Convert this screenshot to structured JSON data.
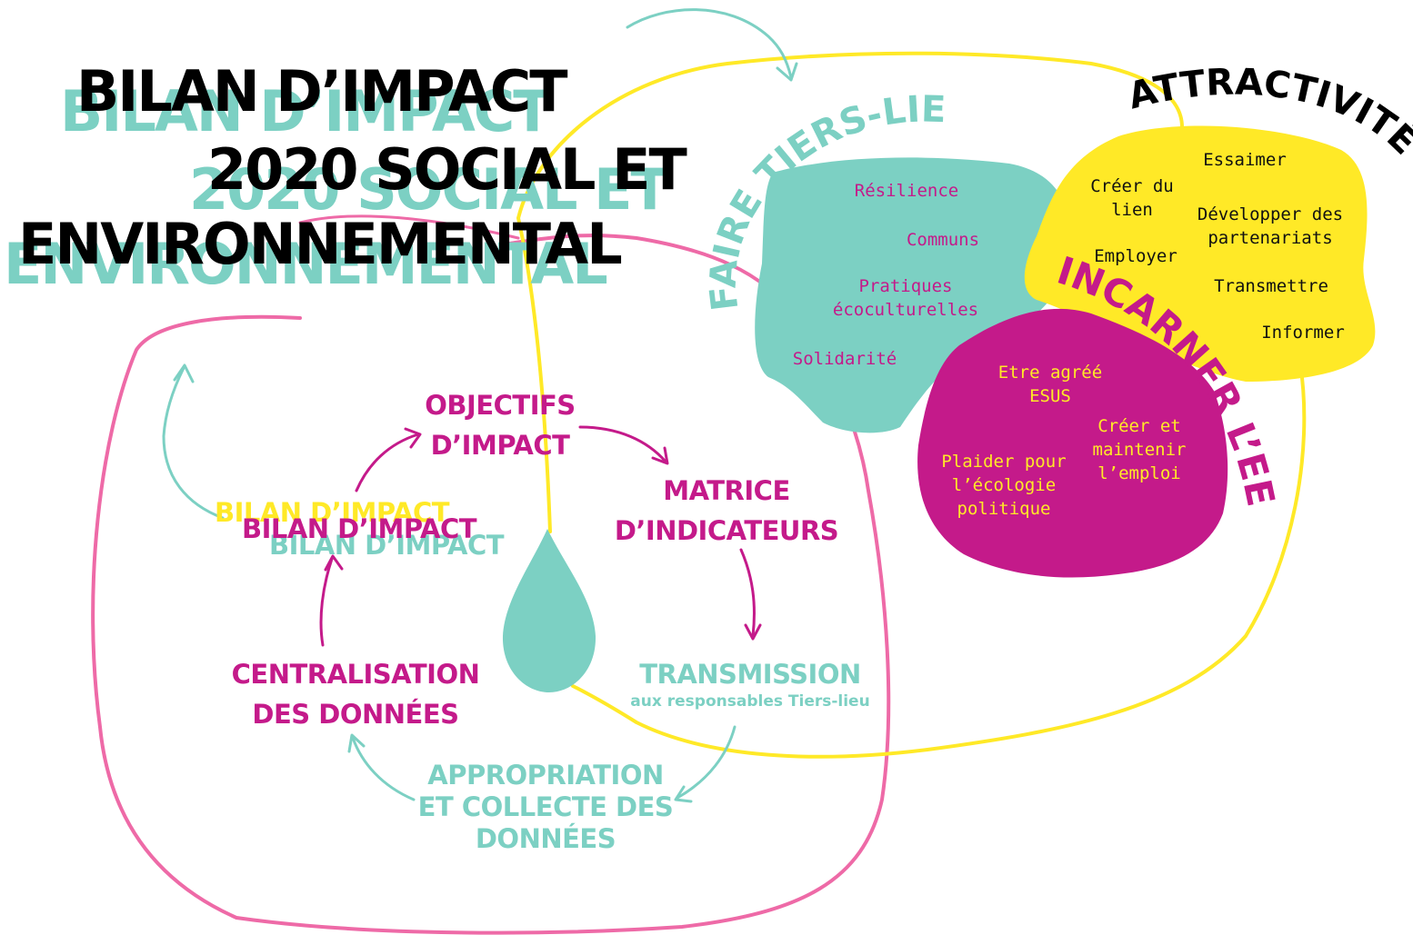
{
  "colors": {
    "teal": "#7cd0c3",
    "pink": "#c41a8a",
    "yellow": "#ffe927",
    "light_pink": "#ee6aa7",
    "black": "#000000"
  },
  "title": {
    "line1": "BILAN D’IMPACT",
    "line2": "2020 SOCIAL ET",
    "line3": "ENVIRONNEMENTAL"
  },
  "arcs": {
    "faire_tiers_lieu": "FAIRE TIERS-LIEU",
    "attractivite": "ATTRACTIVITÉ",
    "incarner": "INCARNER L’EE*SS"
  },
  "teal_blob_items": [
    "Résilience",
    "Communs",
    "Pratiques écoculturelles",
    "Solidarité"
  ],
  "yellow_blob_items": [
    "Essaimer",
    "Créer du lien",
    "Développer des partenariats",
    "Employer",
    "Transmettre",
    "Informer"
  ],
  "magenta_blob_items": [
    "Etre agréé ESUS",
    "Créer et maintenir l’emploi",
    "Plaider pour l’écologie politique"
  ],
  "cycle": {
    "objectifs": "OBJECTIFS D’IMPACT",
    "matrice": "MATRICE D’INDICATEURS",
    "transmission": "TRANSMISSION",
    "transmission_sub": "aux responsables Tiers-lieu",
    "appropriation": "APPROPRIATION ET COLLECTE DES DONNÉES",
    "centralisation": "CENTRALISATION DES DONNÉES",
    "bilan": "BILAN D’IMPACT"
  }
}
